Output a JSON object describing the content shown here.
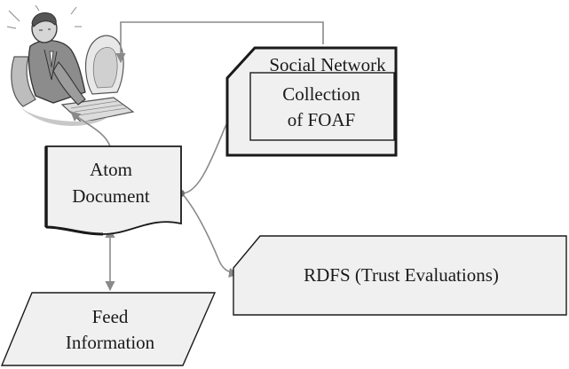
{
  "diagram": {
    "social_network": {
      "title": "Social Network",
      "inner_line1": "Collection",
      "inner_line2": "of FOAF"
    },
    "atom_document": {
      "line1": "Atom",
      "line2": "Document"
    },
    "rdfs": {
      "label": "RDFS (Trust Evaluations)"
    },
    "feed_information": {
      "line1": "Feed",
      "line2": "Information"
    },
    "colors": {
      "box_fill": "#f0f0f0",
      "box_stroke": "#1a1a1a",
      "arrow": "#8a8a8a",
      "text": "#1a1a1a"
    },
    "icons": {
      "user": "person-at-computer-icon"
    }
  }
}
